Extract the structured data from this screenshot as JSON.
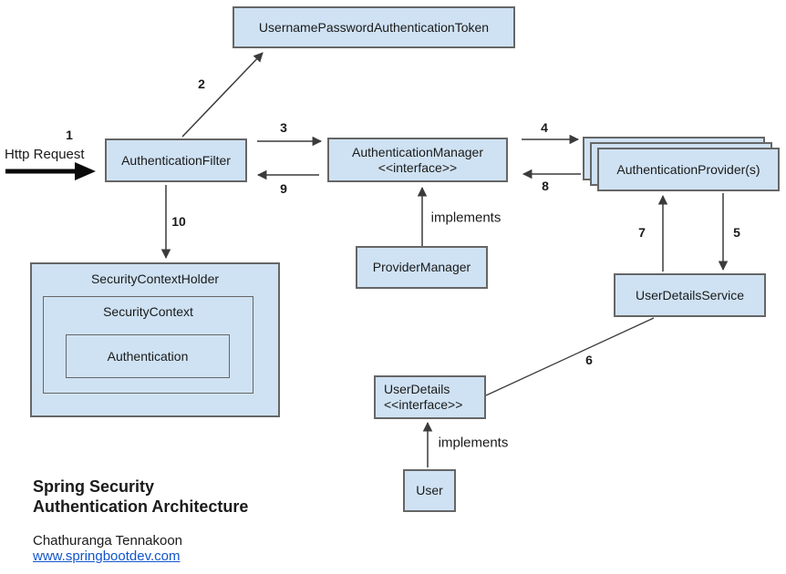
{
  "colors": {
    "background": "#ffffff",
    "box_fill": "#cfe2f3",
    "box_border": "#666666",
    "arrow": "#3b3b3b",
    "thick_arrow": "#0a0a0a",
    "text": "#1a1a1a",
    "link": "#1155cc"
  },
  "nodes": {
    "token": "UsernamePasswordAuthenticationToken",
    "http_request": "Http Request",
    "authentication_filter": "AuthenticationFilter",
    "authentication_manager": {
      "line1": "AuthenticationManager",
      "line2": "<<interface>>"
    },
    "authentication_providers": "AuthenticationProvider(s)",
    "provider_manager": "ProviderManager",
    "security_context_holder": "SecurityContextHolder",
    "security_context": "SecurityContext",
    "authentication": "Authentication",
    "user_details_service": "UserDetailsService",
    "user_details": {
      "line1": "UserDetails",
      "line2": "<<interface>>"
    },
    "user": "User"
  },
  "edges": {
    "step1": "1",
    "step2": "2",
    "step3": "3",
    "step4": "4",
    "step5": "5",
    "step6": "6",
    "step7": "7",
    "step8": "8",
    "step9": "9",
    "step10": "10",
    "implements_provider_manager": "implements",
    "implements_user": "implements"
  },
  "footer": {
    "title_line1": "Spring Security",
    "title_line2": "Authentication Architecture",
    "author": "Chathuranga Tennakoon",
    "website": "www.springbootdev.com"
  }
}
